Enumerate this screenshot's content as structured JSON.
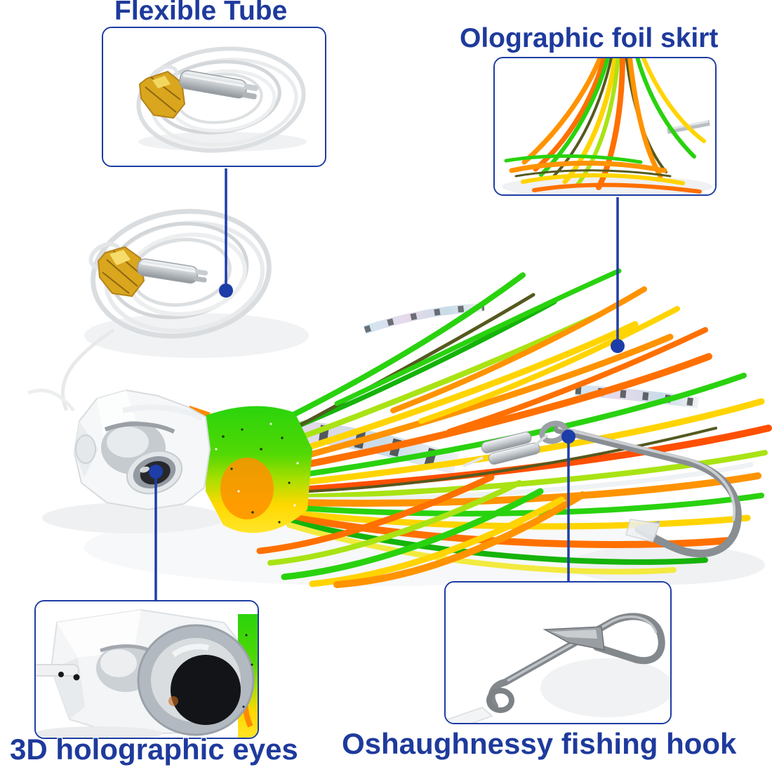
{
  "page": {
    "type": "annotated-product-infographic",
    "background": "#ffffff"
  },
  "style": {
    "label_color": "#1e3a9c",
    "connector_color": "#1d3da8",
    "callout_border_color": "#1d3da2"
  },
  "callouts": {
    "flexible_tube": {
      "label": "Flexible Tube",
      "inset": "coiled-clear-tube-photo"
    },
    "foil_skirt": {
      "label": "Olographic foil skirt",
      "inset": "holographic-foil-skirt-photo"
    },
    "holographic_eyes": {
      "label": "3D holographic eyes",
      "inset": "lure-head-eye-closeup-photo"
    },
    "fishing_hook": {
      "label": "Oshaughnessy fishing hook",
      "inset": "oshaughnessy-hook-photo"
    }
  },
  "product": {
    "illustration": "trolling-lure-with-coiled-leader-skirt-and-hook",
    "skirt_palette": [
      "#29d20e",
      "#a9e314",
      "#ffd400",
      "#ff9300",
      "#ff7000",
      "#ff4f00"
    ],
    "metal_color": "#b7bcc1",
    "gold_foil_color": "#d9a61e"
  }
}
